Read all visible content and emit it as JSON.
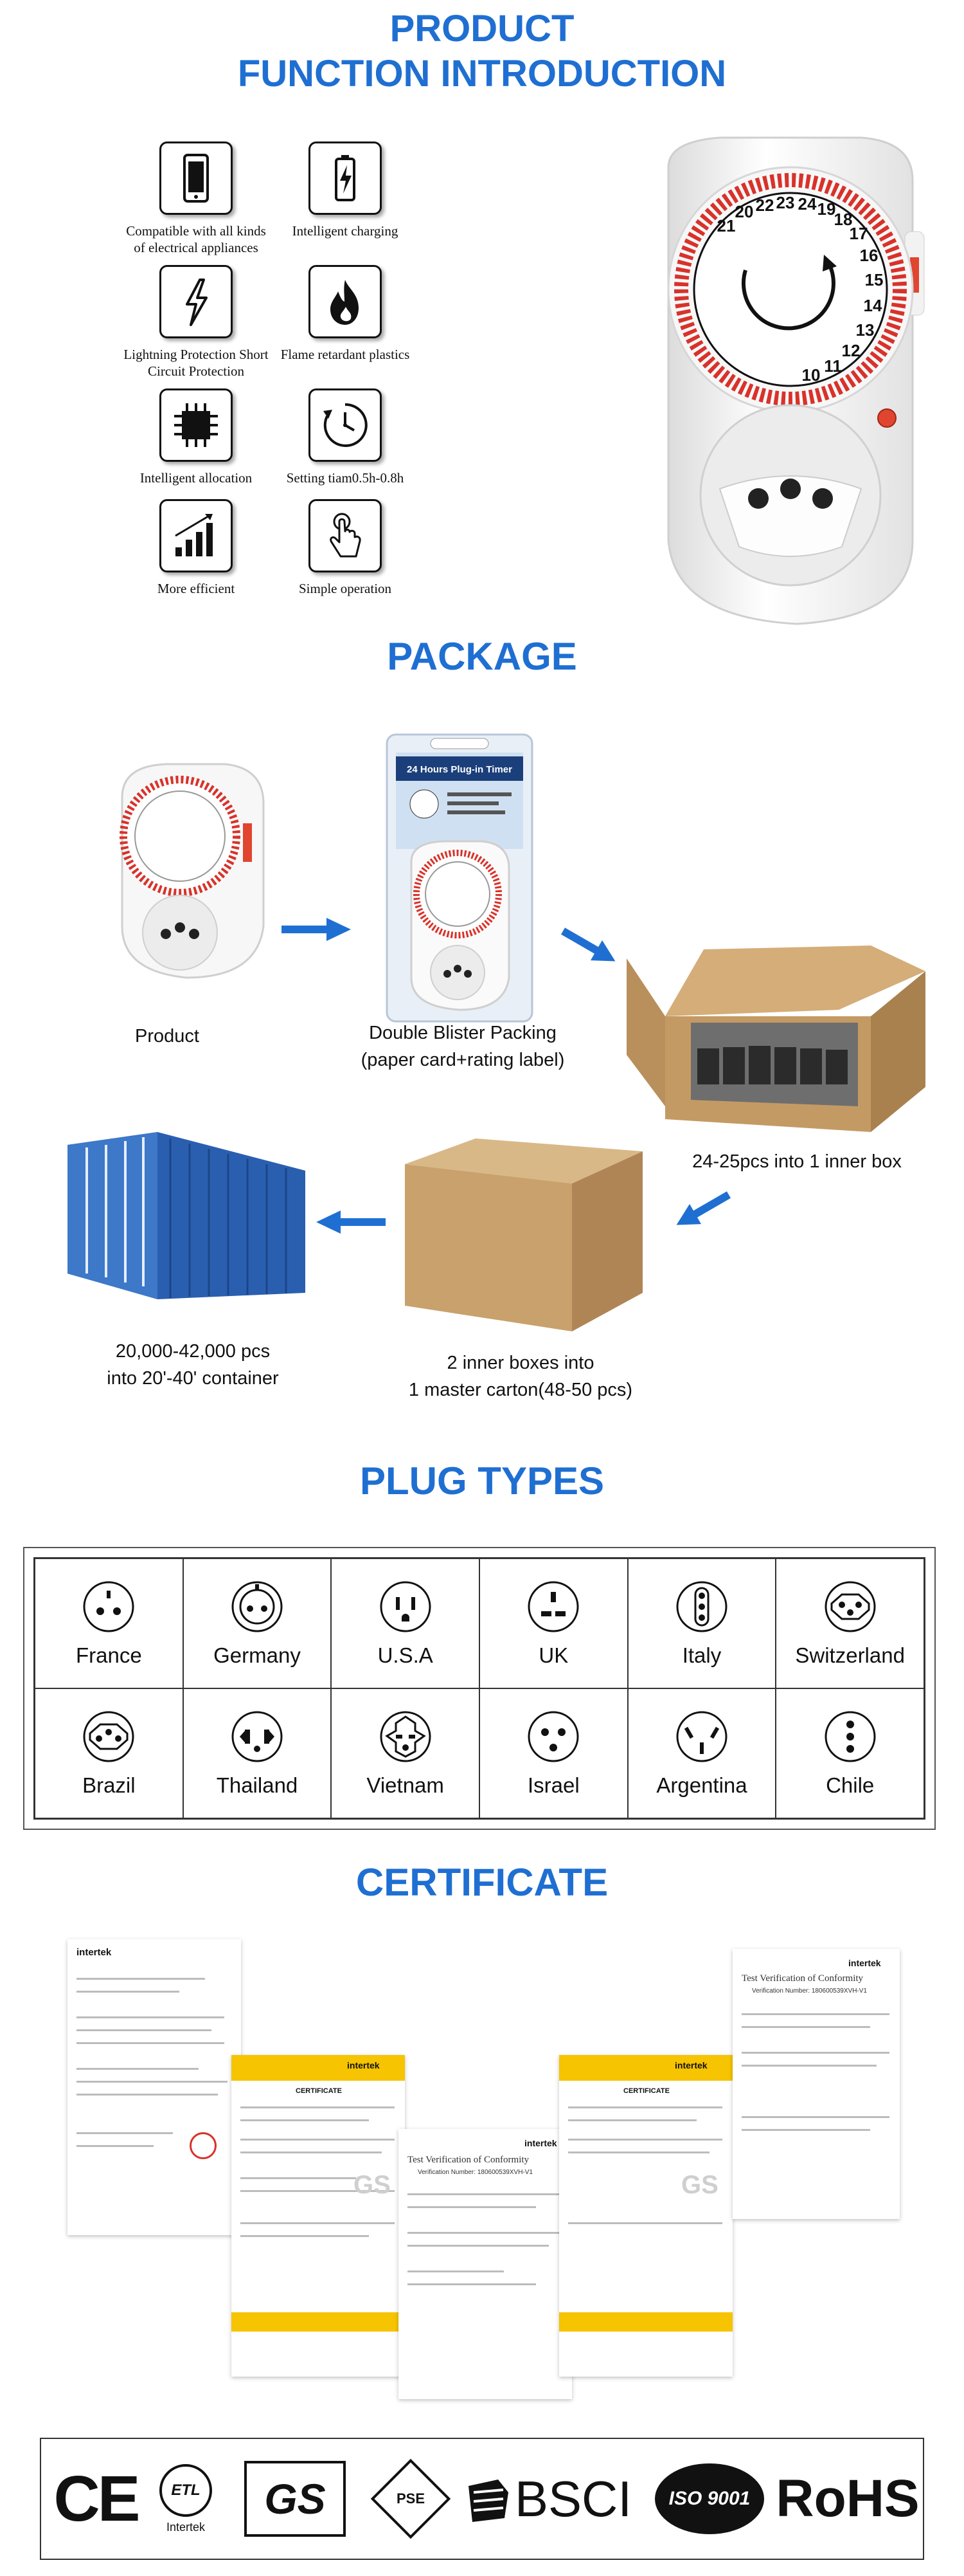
{
  "header": {
    "line1": "PRODUCT",
    "line2": "FUNCTION INTRODUCTION"
  },
  "features": [
    {
      "icon": "phone-icon",
      "label": "Compatible with all kinds of electrical appliances"
    },
    {
      "icon": "battery-charging-icon",
      "label": "Intelligent charging"
    },
    {
      "icon": "lightning-icon",
      "label": "Lightning Protection Short Circuit Protection"
    },
    {
      "icon": "flame-icon",
      "label": "Flame retardant plastics"
    },
    {
      "icon": "chip-icon",
      "label": "Intelligent allocation"
    },
    {
      "icon": "timer-icon",
      "label": "Setting tiam0.5h-0.8h"
    },
    {
      "icon": "signal-bars-icon",
      "label": "More efficient"
    },
    {
      "icon": "touch-hand-icon",
      "label": "Simple operation"
    }
  ],
  "timer_dial": {
    "numbers": [
      "20",
      "21",
      "22",
      "23",
      "24",
      "19",
      "18",
      "17",
      "16",
      "15",
      "14",
      "13",
      "12",
      "11",
      "10"
    ]
  },
  "package": {
    "title": "PACKAGE",
    "blister_banner": "24 Hours Plug-in Timer",
    "steps": {
      "product": "Product",
      "blister_l1": "Double Blister Packing",
      "blister_l2": "(paper card+rating label)",
      "inner_box": "24-25pcs into 1 inner box",
      "master_l1": "2 inner boxes into",
      "master_l2": "1 master carton(48-50 pcs)",
      "container_l1": "20,000-42,000 pcs",
      "container_l2": "into 20'-40' container"
    }
  },
  "plug_types": {
    "title": "PLUG  TYPES",
    "items": [
      "France",
      "Germany",
      "U.S.A",
      "UK",
      "Italy",
      "Switzerland",
      "Brazil",
      "Thailand",
      "Vietnam",
      "Israel",
      "Argentina",
      "Chile"
    ]
  },
  "certificate": {
    "title": "CERTIFICATE",
    "intertek": "intertek",
    "tvc_title": "Test Verification of Conformity",
    "tvc_number": "Verification Number: 180600539XVH-V1",
    "cert_label": "CERTIFICATE",
    "gs": "GS"
  },
  "logos": {
    "ce": "CE",
    "etl": "ETL",
    "intertek": "Intertek",
    "gs": "GS",
    "pse": "PSE",
    "bsci": "BSCI",
    "iso": "ISO 9001",
    "rohs": "RoHS"
  },
  "colors": {
    "title_blue": "#1f6fd2",
    "arrow_blue": "#1f6fd2",
    "dial_red": "#d8322a",
    "cert_yellow": "#f6c400",
    "container_blue": "#2a5fb0",
    "carton": "#c9a16c"
  }
}
